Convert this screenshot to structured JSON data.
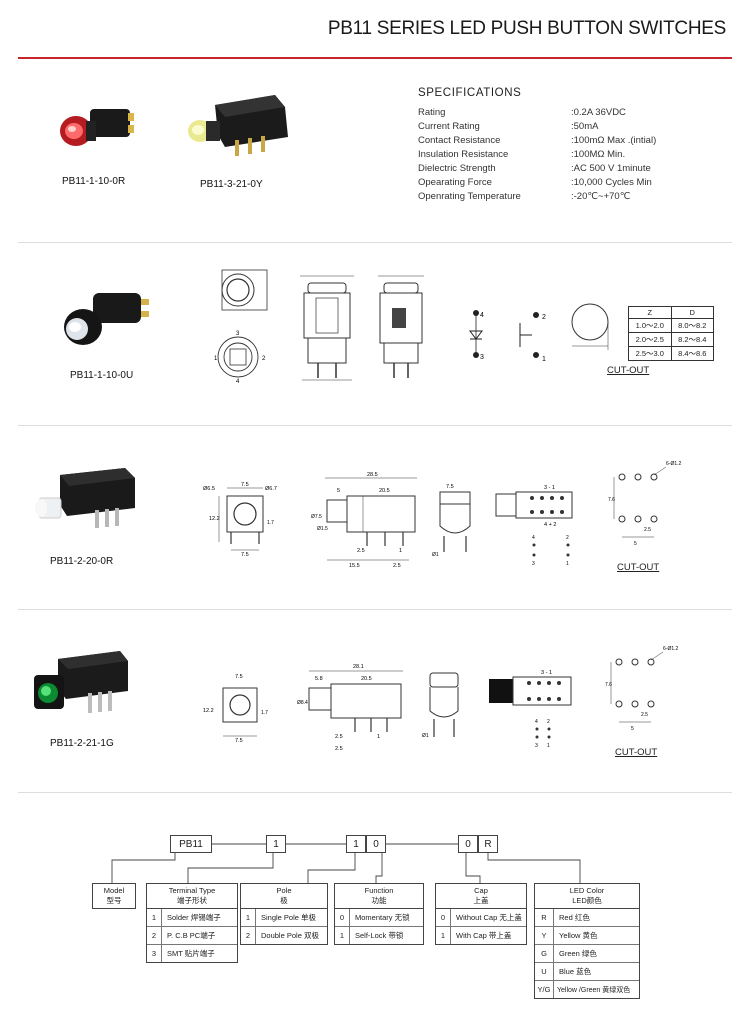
{
  "header": {
    "title": "PB11  SERIES  LED PUSH BUTTON SWITCHES"
  },
  "specs": {
    "heading": "SPECIFICATIONS",
    "rows": [
      {
        "label": "Rating",
        "value": ":0.2A 36VDC"
      },
      {
        "label": "Current Rating",
        "value": ":50mA"
      },
      {
        "label": "Contact Resistance",
        "value": ":100mΩ Max .(intial)"
      },
      {
        "label": "Insulation Resistance",
        "value": ":100MΩ Min."
      },
      {
        "label": "Dielectric Strength",
        "value": ":AC 500 V 1minute"
      },
      {
        "label": "Opearating Force",
        "value": ":10,000 Cycles Min"
      },
      {
        "label": "Openrating Temperature",
        "value": ":-20℃~+70℃"
      }
    ]
  },
  "products": {
    "p1": "PB11-1-10-0R",
    "p2": "PB11-3-21-0Y",
    "p3": "PB11-1-10-0U",
    "p4": "PB11-2-20-0R",
    "p5": "PB11-2-21-1G"
  },
  "cutout": {
    "label": "CUT-OUT"
  },
  "zd_table": {
    "headers": [
      "Z",
      "D"
    ],
    "rows": [
      [
        "1.0～2.0",
        "8.0～8.2"
      ],
      [
        "2.0～2.5",
        "8.2～8.4"
      ],
      [
        "2.5～3.0",
        "8.4～8.6"
      ]
    ]
  },
  "dims": {
    "d65": "Ø6.5",
    "d67": "Ø6.7",
    "w75": "7.5",
    "h122": "12.2",
    "h17": "1.7",
    "l285": "28.5",
    "l281": "28.1",
    "l5": "5",
    "l58": "5.8",
    "l205": "20.5",
    "l155": "15.5",
    "p25": "2.5",
    "p1": "1",
    "d75": "Ø7.5",
    "d15": "Ø1.5",
    "d1": "Ø1",
    "d84": "Ø8.4",
    "h76": "7.6",
    "h5": "5",
    "hole": "6-Ø1.2",
    "pin31": "3 - 1",
    "pin42": "4 + 2",
    "n1": "1",
    "n2": "2",
    "n3": "3",
    "n4": "4"
  },
  "code": {
    "boxes": [
      "PB11",
      "1",
      "1",
      "0",
      "0",
      "R"
    ],
    "model": {
      "en": "Model",
      "cn": "型号"
    },
    "terminal": {
      "en": "Terminal Type",
      "cn": "端子形状",
      "rows": [
        [
          "1",
          "Solder  焊锡端子"
        ],
        [
          "2",
          "P. C.B  PC端子"
        ],
        [
          "3",
          "SMT   贴片端子"
        ]
      ]
    },
    "pole": {
      "en": "Pole",
      "cn": "极",
      "rows": [
        [
          "1",
          "Single Pole  单极"
        ],
        [
          "2",
          "Double Pole  双极"
        ]
      ]
    },
    "function": {
      "en": "Function",
      "cn": "功能",
      "rows": [
        [
          "0",
          "Momentary  无锁"
        ],
        [
          "1",
          "Self-Lock  带锁"
        ]
      ]
    },
    "cap": {
      "en": "Cap",
      "cn": "上盖",
      "rows": [
        [
          "0",
          "Without Cap  无上盖"
        ],
        [
          "1",
          "With  Cap  带上盖"
        ]
      ]
    },
    "led": {
      "en": "LED Color",
      "cn": "LED颜色",
      "rows": [
        [
          "R",
          "Red  红色"
        ],
        [
          "Y",
          "Yellow 黄色"
        ],
        [
          "G",
          "Green 绿色"
        ],
        [
          "U",
          "Blue  蓝色"
        ],
        [
          "Y/G",
          "Yellow /Green  黄绿双色"
        ]
      ]
    }
  }
}
